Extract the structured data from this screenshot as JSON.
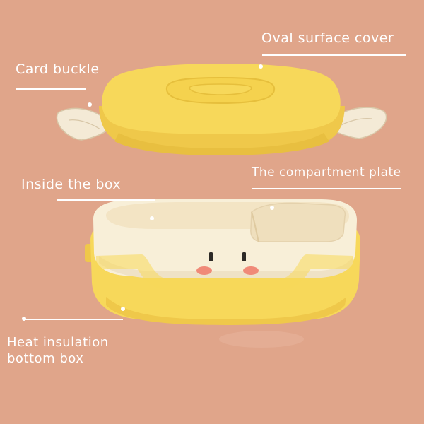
{
  "labels": {
    "oval_surface_cover": "Oval surface cover",
    "card_buckle": "Card buckle",
    "compartment_plate": "The compartment plate",
    "inside_box": "Inside the box",
    "heat_insulation_line1": "Heat insulation",
    "heat_insulation_line2": "bottom box"
  },
  "colors": {
    "background": "#e0a58a",
    "box_yellow": "#f7d85a",
    "box_yellow_dark": "#efc84a",
    "inner_cream": "#f8efd8",
    "buckle": "#f4ead6",
    "text_line": "#ffffff",
    "cheek": "#f08a78",
    "eye": "#2d2a26"
  }
}
